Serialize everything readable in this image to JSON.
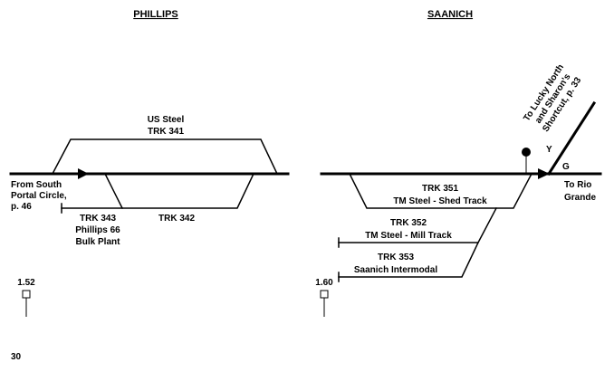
{
  "sections": {
    "phillips": {
      "title": "PHILLIPS"
    },
    "saanich": {
      "title": "SAANICH"
    }
  },
  "phillips": {
    "us_steel_line1": "US Steel",
    "us_steel_line2": "TRK 341",
    "from_south_line1": "From South",
    "from_south_line2": "Portal Circle,",
    "from_south_line3": "p. 46",
    "trk343_line1": "TRK 343",
    "trk343_line2": "Phillips 66",
    "trk343_line3": "Bulk Plant",
    "trk342": "TRK 342",
    "milepost": "1.52"
  },
  "saanich": {
    "trk351_line1": "TRK 351",
    "trk351_line2": "TM Steel - Shed Track",
    "trk352_line1": "TRK 352",
    "trk352_line2": "TM Steel - Mill Track",
    "trk353_line1": "TRK 353",
    "trk353_line2": "Saanich Intermodal",
    "to_rio_line1": "To Rio",
    "to_rio_line2": "Grande",
    "to_lucky_line1": "To Lucky North",
    "to_lucky_line2": "and Sharon's",
    "to_lucky_line3": "Shortcut, p. 33",
    "signal_y": "Y",
    "signal_g": "G",
    "milepost": "1.60"
  },
  "page_number": "30"
}
